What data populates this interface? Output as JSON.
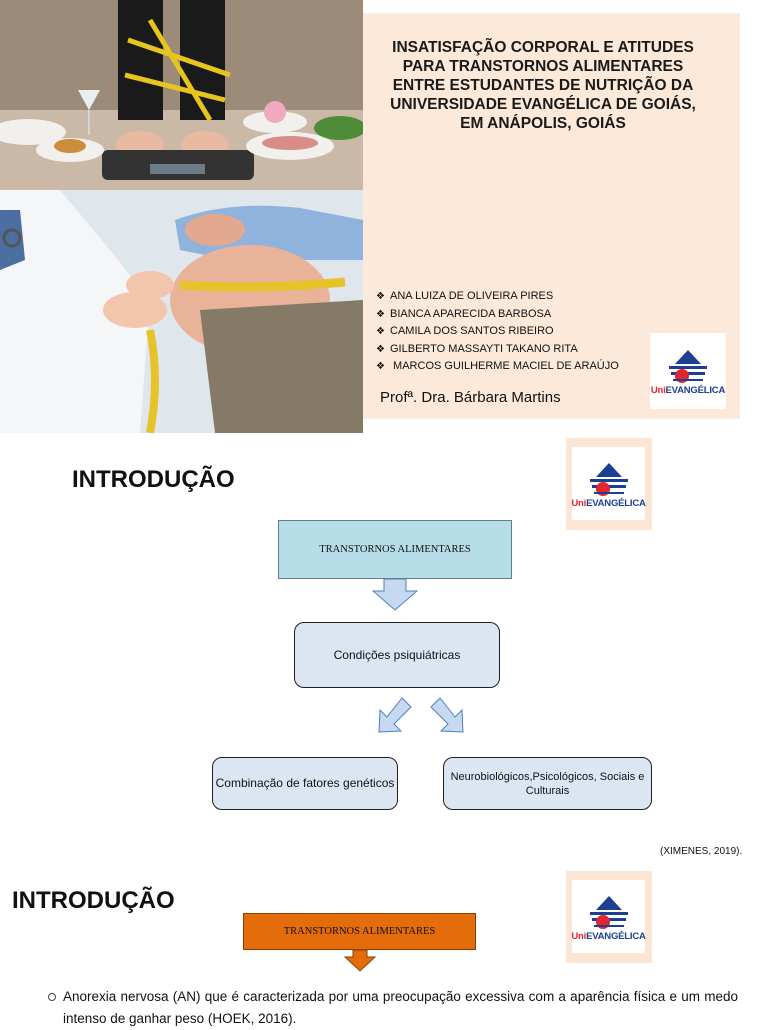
{
  "slide1": {
    "title": "INSATISFAÇÃO CORPORAL E ATITUDES PARA TRANSTORNOS ALIMENTARES ENTRE ESTUDANTES DE NUTRIÇÃO DA UNIVERSIDADE EVANGÉLICA DE GOIÁS, EM ANÁPOLIS, GOIÁS",
    "authors": [
      "ANA LUIZA DE OLIVEIRA PIRES",
      "BIANCA APARECIDA BARBOSA",
      "CAMILA DOS SANTOS RIBEIRO",
      "GILBERTO MASSAYTI TAKANO RITA",
      " MARCOS GUILHERME MACIEL DE ARAÚJO"
    ],
    "advisor": "Profª. Dra. Bárbara Martins"
  },
  "logo": {
    "brand_uni": "Uni",
    "brand_ev": "EVANGÉLICA"
  },
  "slide2": {
    "heading": "INTRODUÇÃO",
    "top_box": "TRANSTORNOS ALIMENTARES",
    "middle_box": "Condições psiquiátricas",
    "left_box": "Combinação de fatores genéticos",
    "right_box": "Neurobiológicos,Psicológicos, Sociais e Culturais",
    "citation": "(XIMENES, 2019)."
  },
  "slide3": {
    "heading": "INTRODUÇÃO",
    "top_box": "TRANSTORNOS ALIMENTARES",
    "bullet": "Anorexia nervosa (AN) que é caracterizada por uma preocupação excessiva com a aparência física e um medo intenso de ganhar peso (HOEK, 2016)."
  },
  "colors": {
    "panel": "#fde9d9",
    "box_blue": "#b7dee8",
    "box_round": "#dce6f2",
    "arrow_blue": "#c6d9f1",
    "box_orange": "#e46c0a",
    "brand_red": "#e3262d",
    "brand_blue": "#1b3f91"
  }
}
